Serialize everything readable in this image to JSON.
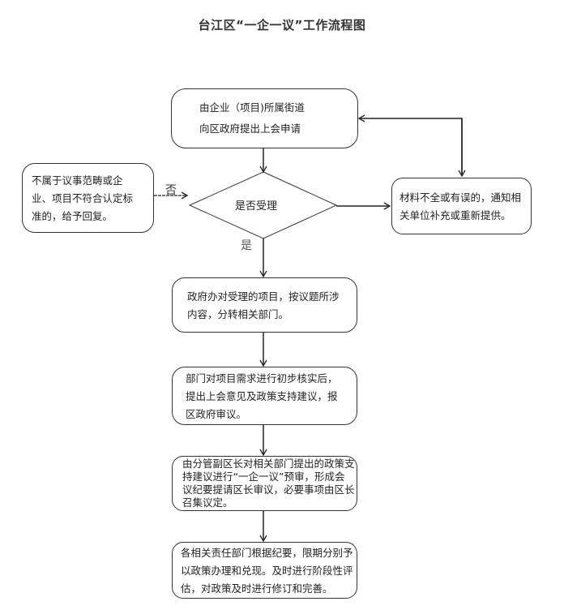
{
  "title": "台江区“一企一议”工作流程图",
  "nodes": {
    "start": {
      "lines": [
        "由企业（项目)所属街道",
        "向区政府提出上会申请"
      ]
    },
    "decision": {
      "text": "是否受理"
    },
    "reject": {
      "lines": [
        "不属于议事范畴或企",
        "业、项目不符合认定标",
        "准的，给予回复。"
      ]
    },
    "supplement": {
      "lines": [
        "材料不全或有误的，通知相",
        "关单位补充或重新提供。"
      ]
    },
    "step1": {
      "lines": [
        "政府办对受理的项目，按议题所涉",
        "内容，分转相关部门。"
      ]
    },
    "step2": {
      "lines": [
        "部门对项目需求进行初步核实后，",
        "提出上会意见及政策支持建议，报",
        "区政府审议。"
      ]
    },
    "step3": {
      "lines": [
        "由分管副区长对相关部门提出的政策支",
        "持建议进行“一企一议”预审，形成会",
        "议纪要提请区长审议，必要事项由区长",
        "召集议定。"
      ]
    },
    "step4": {
      "lines": [
        "各相关责任部门根据纪要，限期分别予",
        "以政策办理和兑现。及时进行阶段性评",
        "估，对政策及时进行修订和完善。"
      ]
    }
  },
  "edge_labels": {
    "no": "否",
    "yes": "是"
  },
  "colors": {
    "line": "#222222",
    "border": "#333333",
    "background": "#ffffff"
  }
}
